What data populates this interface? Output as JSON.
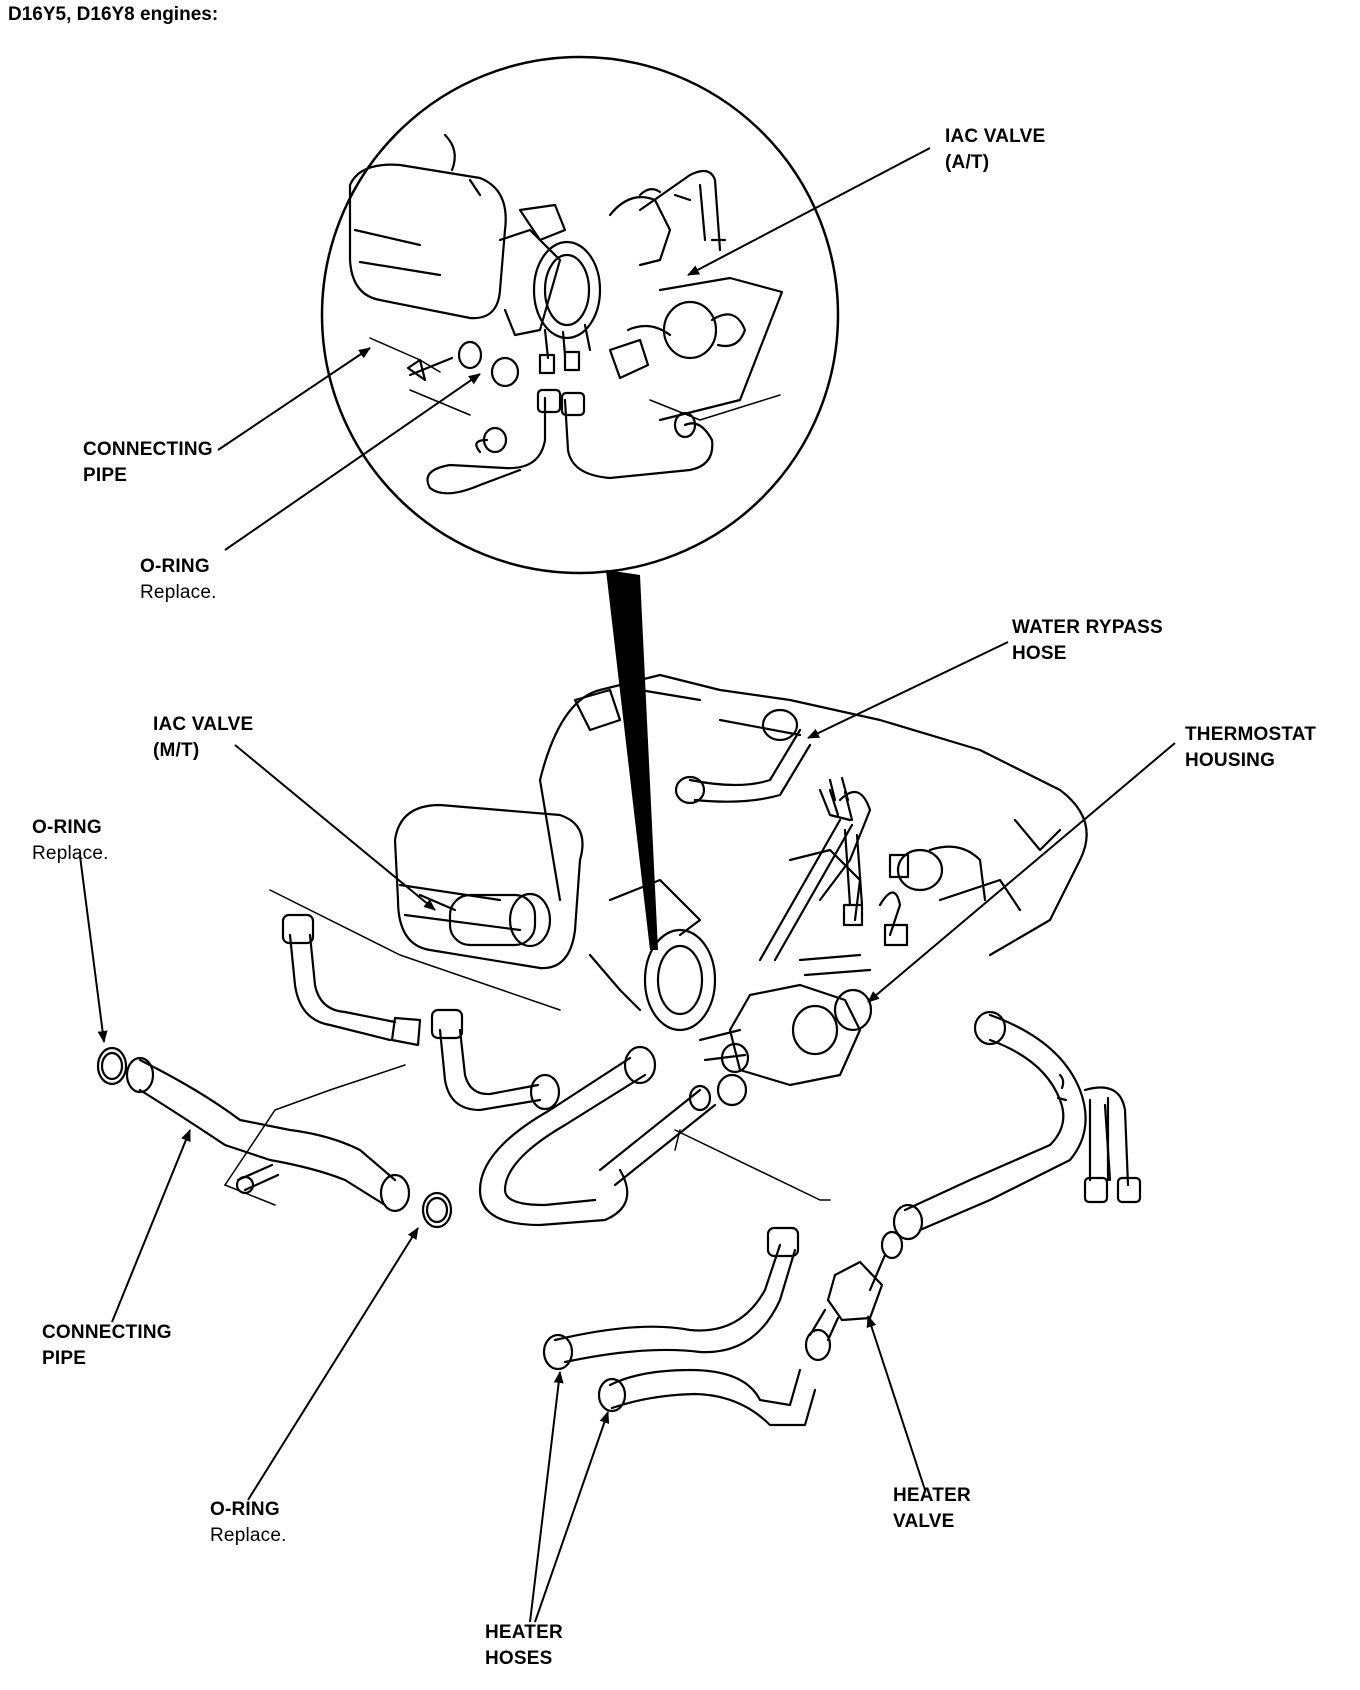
{
  "title": "D16Y5, D16Y8 engines:",
  "labels": {
    "iac_at": {
      "l1": "IAC VALVE",
      "l2": "(A/T)"
    },
    "conn_pipe_top": {
      "l1": "CONNECTING",
      "l2": "PIPE"
    },
    "oring_top": {
      "l1": "O-RING",
      "l2": "Replace."
    },
    "water_bypass": {
      "l1": "WATER RYPASS",
      "l2": "HOSE"
    },
    "thermostat": {
      "l1": "THERMOSTAT",
      "l2": "HOUSING"
    },
    "iac_mt": {
      "l1": "IAC VALVE",
      "l2": "(M/T)"
    },
    "oring_left": {
      "l1": "O-RING",
      "l2": "Replace."
    },
    "conn_pipe_bottom": {
      "l1": "CONNECTING",
      "l2": "PIPE"
    },
    "oring_bottom": {
      "l1": "O-RING",
      "l2": "Replace."
    },
    "heater_valve": {
      "l1": "HEATER",
      "l2": "VALVE"
    },
    "heater_hoses": {
      "l1": "HEATER",
      "l2": "HOSES"
    }
  }
}
